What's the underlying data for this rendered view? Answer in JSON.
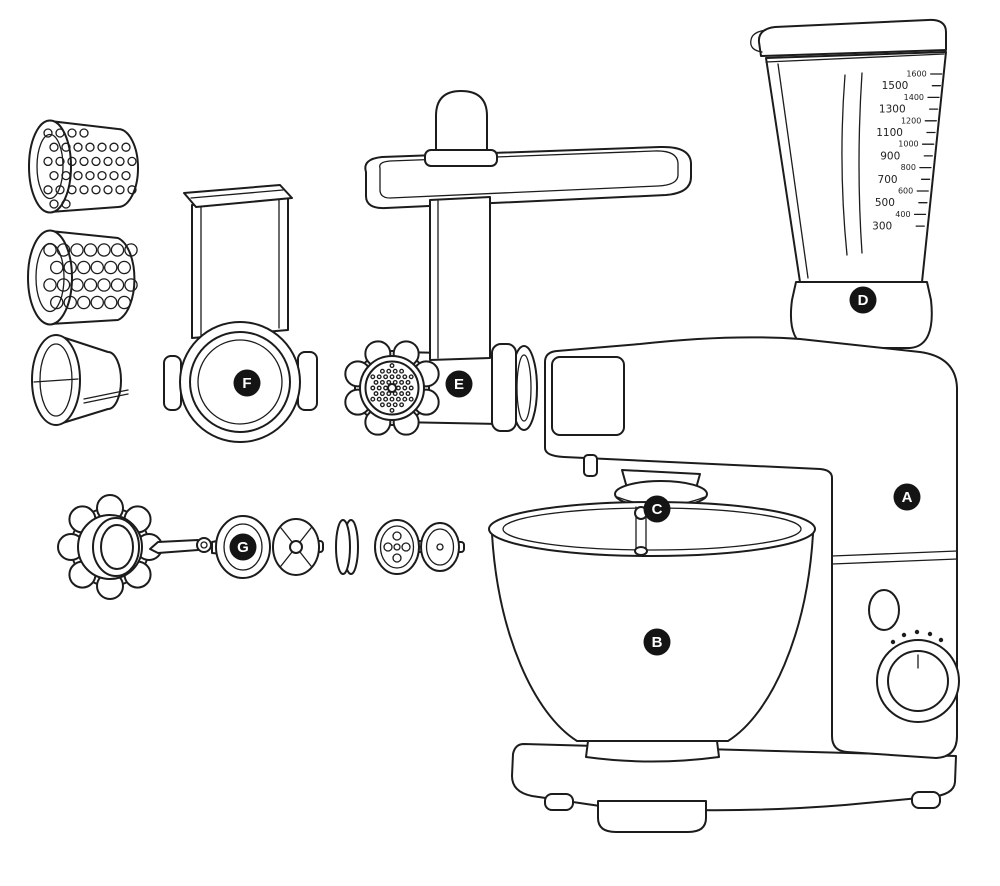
{
  "labels": {
    "a": "A",
    "b": "B",
    "c": "C",
    "d": "D",
    "e": "E",
    "f": "F",
    "g": "G"
  },
  "blender_scale": {
    "left_column": [
      "1500",
      "1300",
      "1100",
      "900",
      "700",
      "500",
      "300"
    ],
    "right_column": [
      "1600",
      "1400",
      "1200",
      "1000",
      "800",
      "600",
      "400"
    ]
  },
  "colors": {
    "line": "#1c1c1c",
    "label_background": "#141414",
    "label_text": "#ffffff",
    "background": "#ffffff"
  }
}
